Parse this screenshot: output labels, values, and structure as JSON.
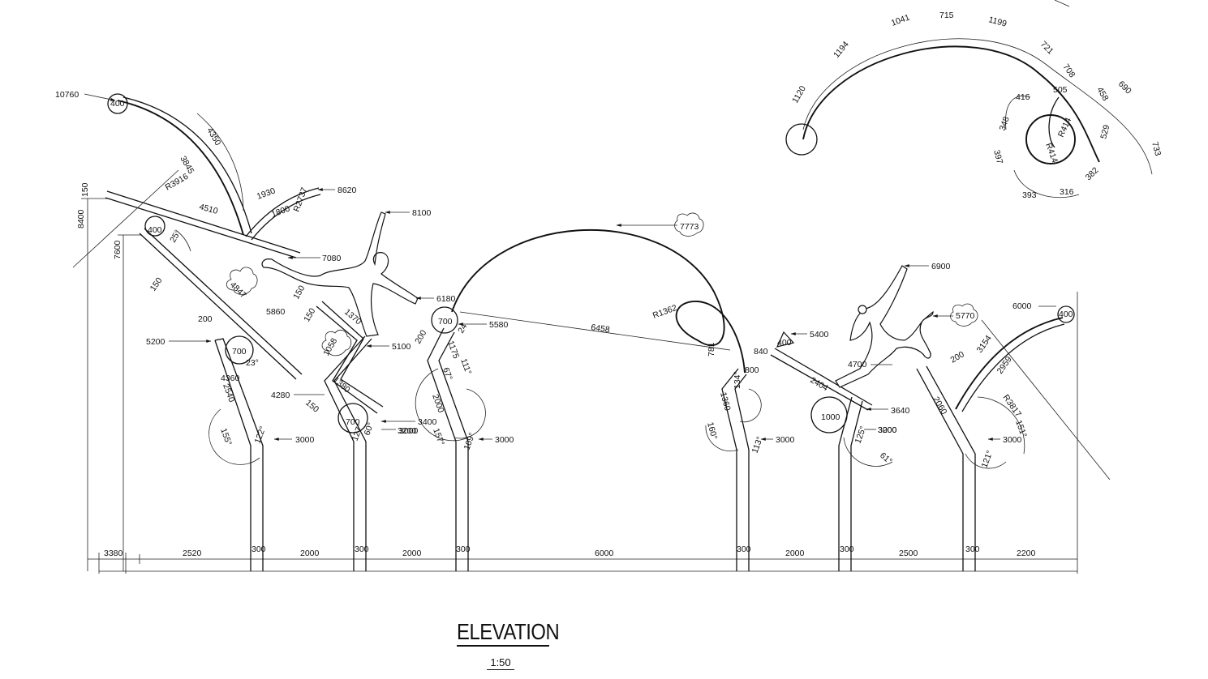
{
  "title": "ELEVATION",
  "scale": "1:50",
  "base_dimensions": [
    "3380",
    "2520",
    "300",
    "2000",
    "300",
    "2000",
    "300",
    "6000",
    "300",
    "2000",
    "300",
    "2500",
    "300",
    "2200"
  ],
  "height_dimensions": [
    "8400",
    "7600"
  ],
  "pole_heights": [
    "3000",
    "3000",
    "3000",
    "3000",
    "3000",
    "3000"
  ],
  "level_labels": [
    "10760",
    "8620",
    "8100",
    "7080",
    "6180",
    "5580",
    "5200",
    "5100",
    "4280",
    "3400",
    "3200",
    "7773",
    "6900",
    "5770",
    "6000",
    "5400",
    "4700",
    "3640",
    "3200"
  ],
  "member_dimensions": [
    "4350",
    "3845",
    "R3916",
    "1930",
    "1800",
    "R2737",
    "4510",
    "150",
    "150",
    "25°",
    "150",
    "4847",
    "5860",
    "150",
    "1370",
    "1058",
    "200",
    "700",
    "23°",
    "4360",
    "2540",
    "155°",
    "122°",
    "1380",
    "150",
    "700",
    "127°",
    "60°",
    "6458",
    "700",
    "200",
    "1175",
    "24",
    "111°",
    "67°",
    "2000",
    "157°",
    "109°",
    "R1362",
    "781",
    "840",
    "800",
    "134°",
    "1360",
    "160°",
    "113°",
    "400",
    "2404",
    "1000",
    "125°",
    "61°",
    "200",
    "3154",
    "2959",
    "R3817",
    "2060",
    "151°",
    "121°",
    "400",
    "400",
    "400"
  ],
  "spiral_dimensions": [
    "1120",
    "1194",
    "1041",
    "715",
    "1199",
    "721",
    "708",
    "505",
    "416",
    "458",
    "690",
    "348",
    "529",
    "733",
    "397",
    "393",
    "316",
    "382",
    "R414",
    "R414"
  ]
}
